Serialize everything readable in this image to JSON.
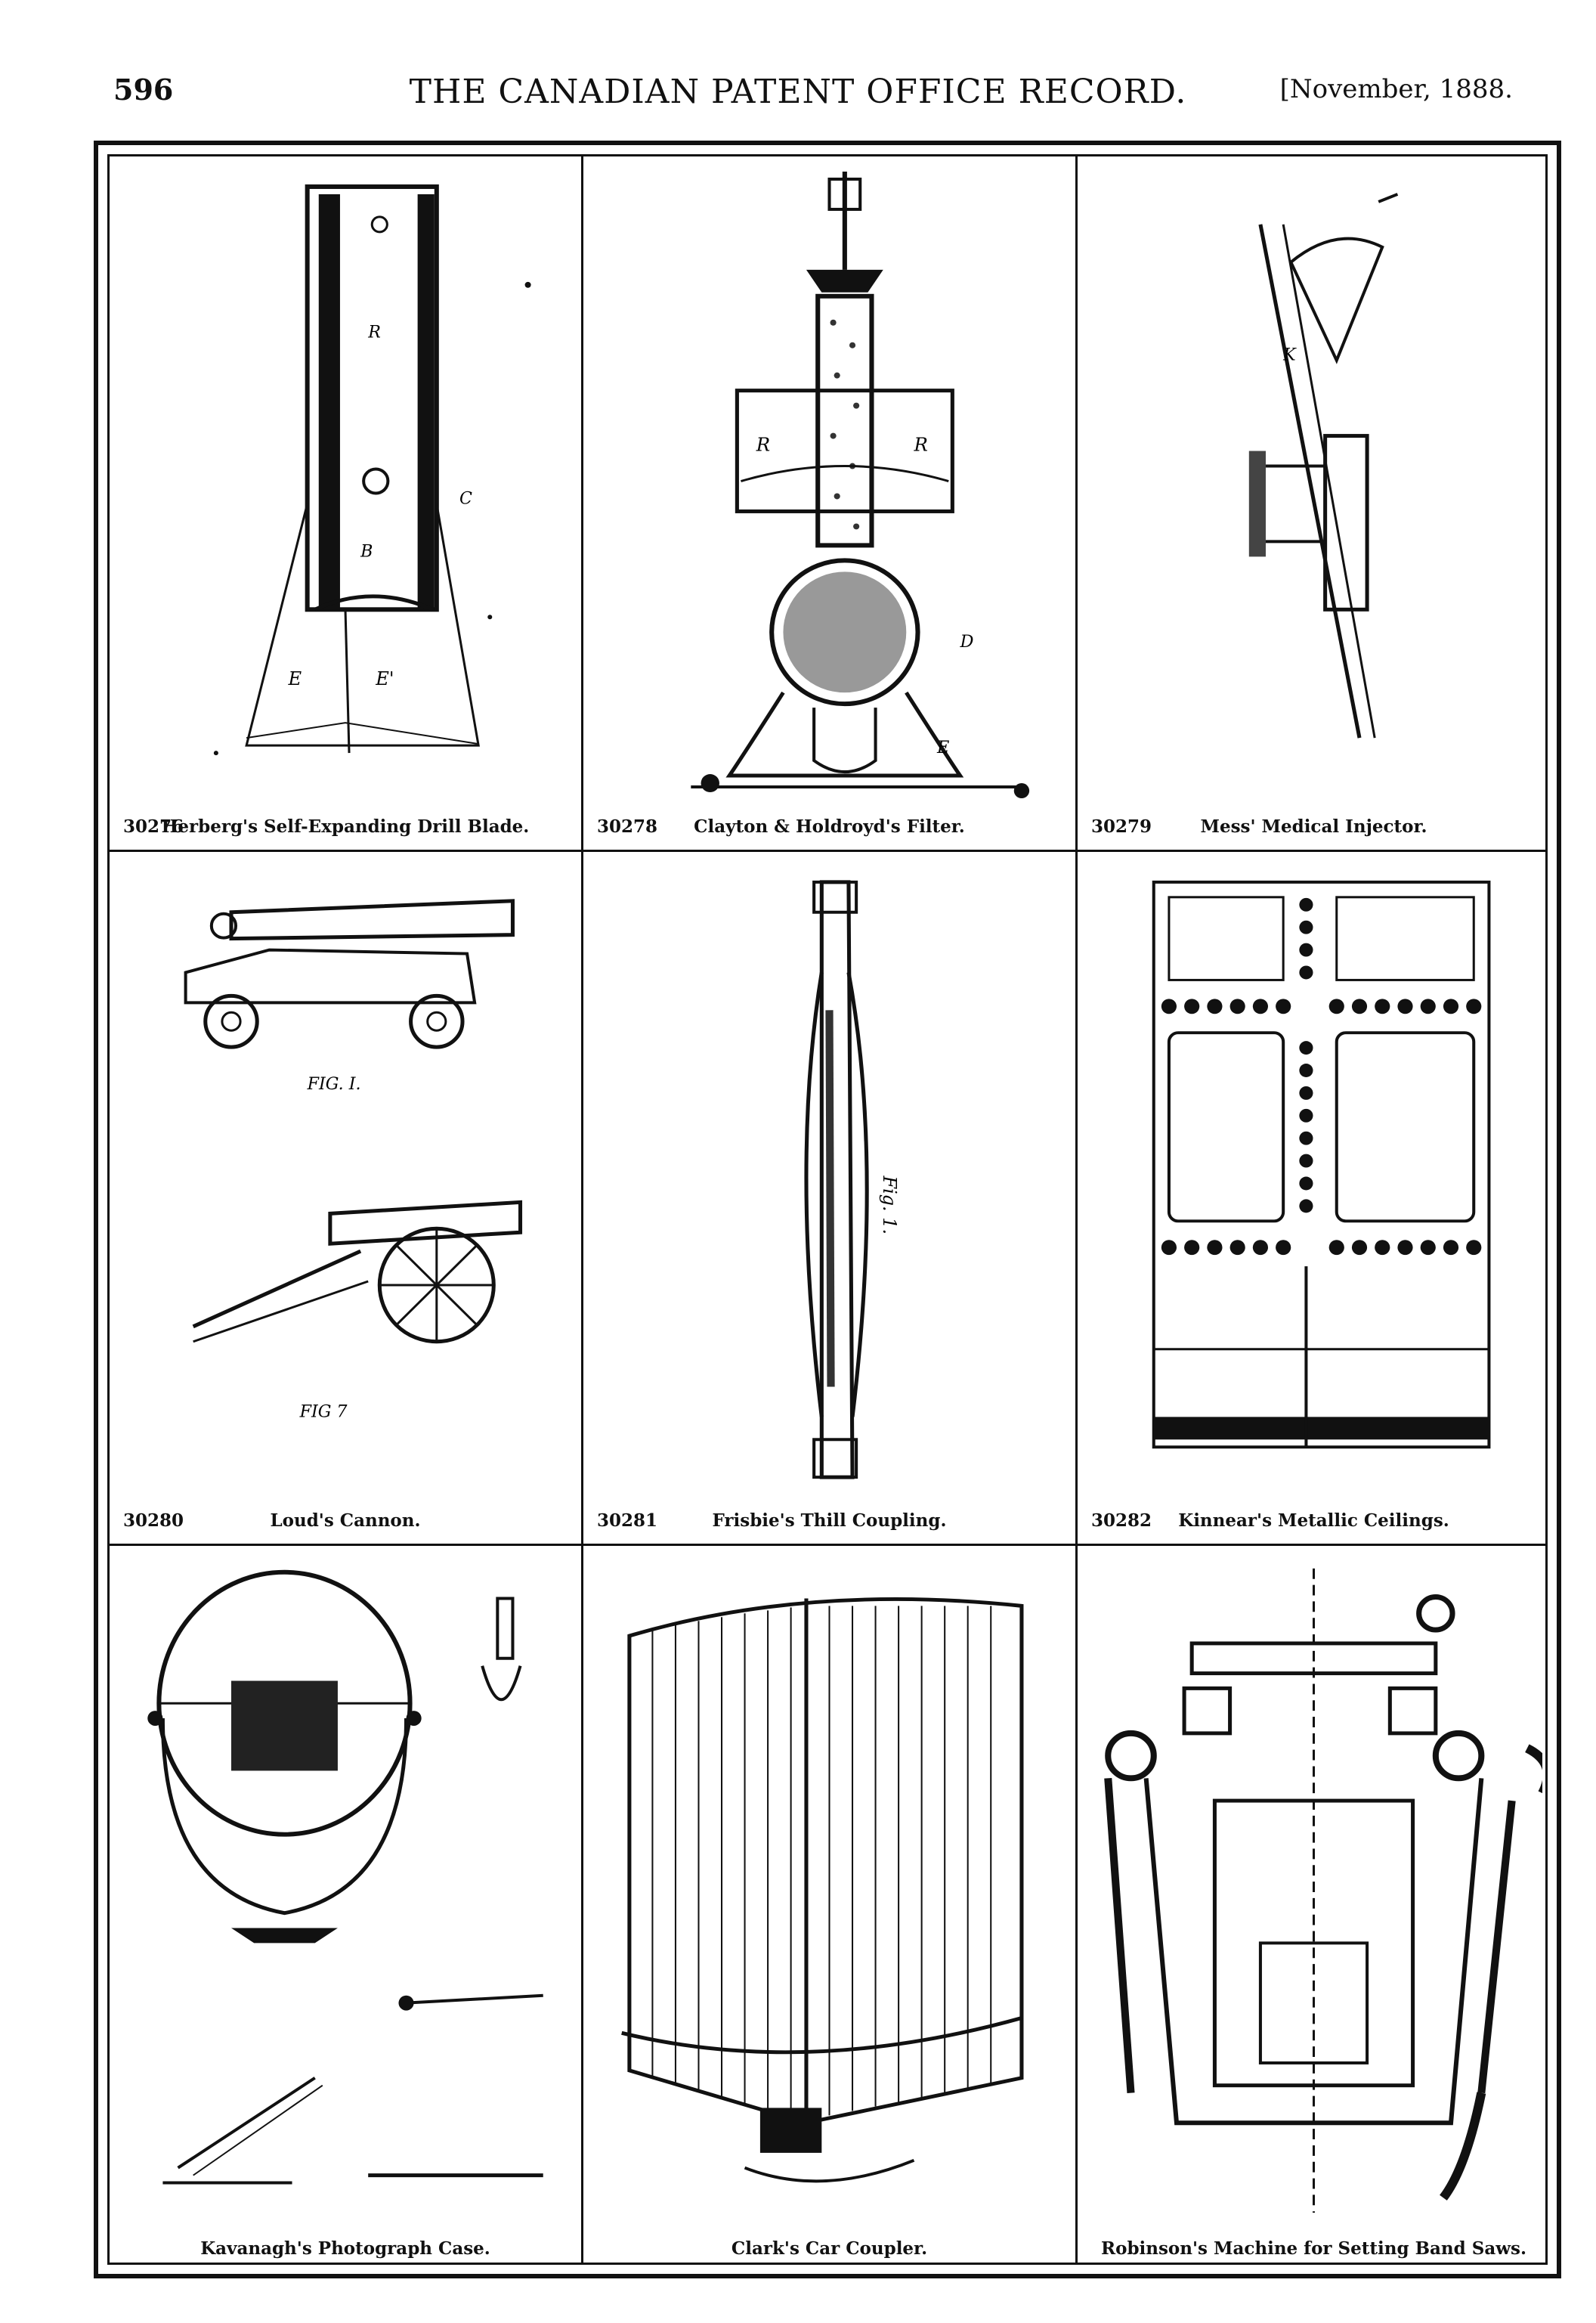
{
  "header": {
    "page_number": "596",
    "journal_title": "THE CANADIAN PATENT OFFICE RECORD.",
    "issue_date": "[November, 1888."
  },
  "plates": [
    {
      "number": "30276",
      "title": "Herberg's Self-Expanding Drill Blade."
    },
    {
      "number": "30278",
      "title": "Clayton & Holdroyd's Filter."
    },
    {
      "number": "30279",
      "title": "Mess' Medical Injector."
    },
    {
      "number": "30280",
      "title": "Loud's Cannon."
    },
    {
      "number": "30281",
      "title": "Frisbie's Thill Coupling."
    },
    {
      "number": "30282",
      "title": "Kinnear's Metallic Ceilings."
    },
    {
      "number": "",
      "title": "Kavanagh's Photograph Case."
    },
    {
      "number": "",
      "title": "Clark's Car Coupler."
    },
    {
      "number": "",
      "title": "Robinson's Machine for Setting Band Saws."
    }
  ]
}
